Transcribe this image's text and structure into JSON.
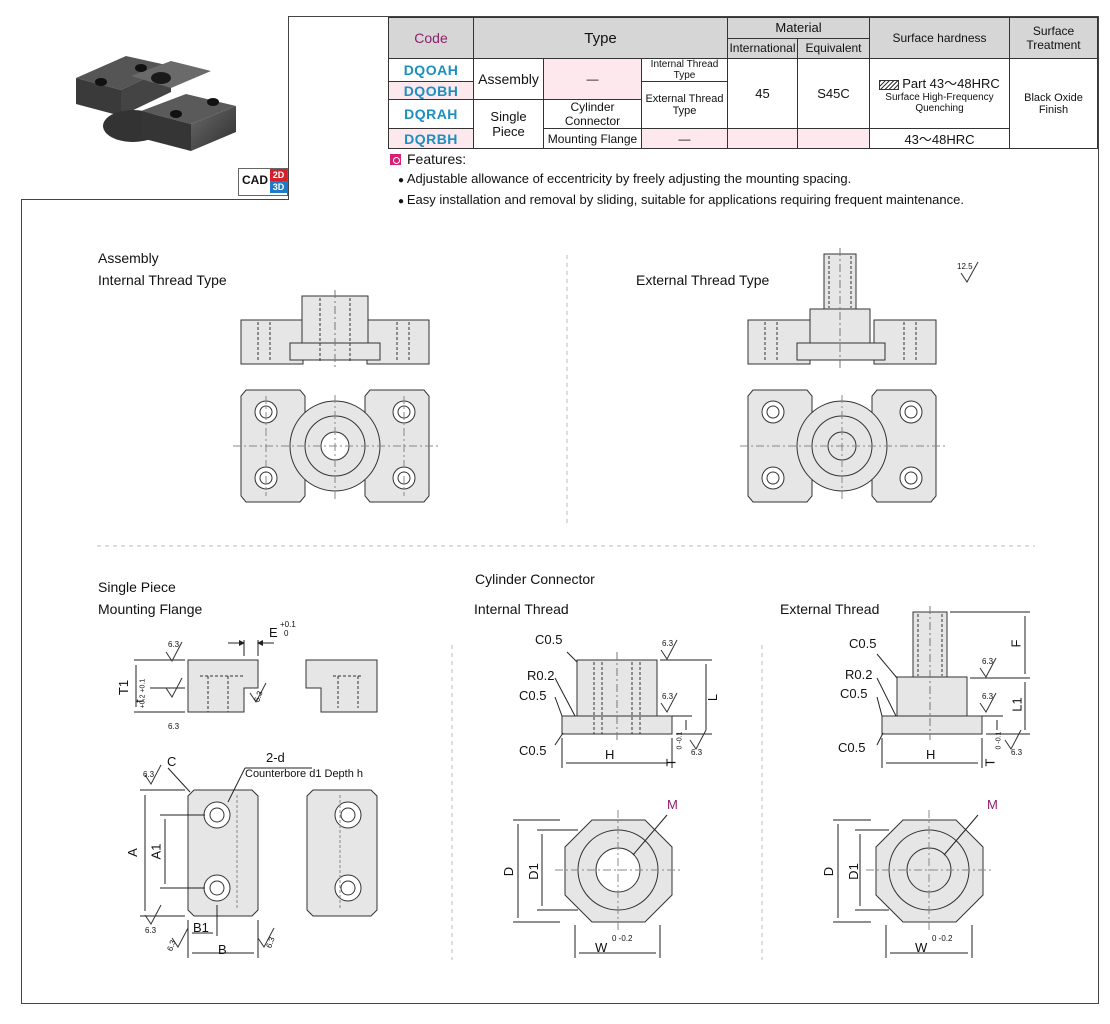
{
  "cad_badge": {
    "text": "CAD",
    "sub1": "2D",
    "sub2": "3D"
  },
  "table": {
    "headers": {
      "code": "Code",
      "type": "Type",
      "material": "Material",
      "international": "International",
      "equivalent": "Equivalent",
      "hardness": "Surface hardness",
      "treatment": "Surface Treatment"
    },
    "codes": [
      "DQOAH",
      "DQOBH",
      "DQRAH",
      "DQRBH"
    ],
    "type_assembly": "Assembly",
    "type_single": "Single Piece",
    "dash": "—",
    "internal_thread": "Internal Thread Type",
    "external_thread": "External Thread Type",
    "cylinder_connector": "Cylinder Connector",
    "mounting_flange": "Mounting Flange",
    "international_value": "45",
    "equivalent_value": "S45C",
    "hardness_part": "Part 43～48HRC",
    "hardness_quench": "Surface High-Frequency Quenching",
    "hardness_flange": "43～48HRC",
    "treatment_value": "Black Oxide Finish"
  },
  "features": {
    "title": "Features:",
    "items": [
      "Adjustable allowance of eccentricity by freely adjusting the mounting spacing.",
      "Easy installation and removal by sliding, suitable for applications requiring frequent maintenance."
    ]
  },
  "sections": {
    "assembly": "Assembly",
    "internal_thread_type": "Internal Thread Type",
    "external_thread_type": "External Thread Type",
    "roughness_top": "12.5",
    "single_piece": "Single Piece",
    "mounting_flange": "Mounting Flange",
    "cylinder_connector": "Cylinder Connector",
    "internal_thread": "Internal Thread",
    "external_thread": "External Thread"
  },
  "dims": {
    "E": "E",
    "E_tol_upper": "+0.1",
    "E_tol_lower": "0",
    "T1": "T1",
    "t": "t",
    "t_tol": "+0.2 +0.1",
    "roughness": "6.3",
    "C": "C",
    "two_d": "2-d",
    "counterbore": "Counterbore d1 Depth h",
    "A": "A",
    "A1": "A1",
    "B": "B",
    "B1": "B1",
    "C05": "C0.5",
    "R02": "R0.2",
    "L": "L",
    "L1": "L1",
    "F": "F",
    "H": "H",
    "T": "T",
    "T_tol": "0 -0.1",
    "M": "M",
    "D": "D",
    "D1": "D1",
    "W": "W",
    "W_tol": "0 -0.2"
  }
}
